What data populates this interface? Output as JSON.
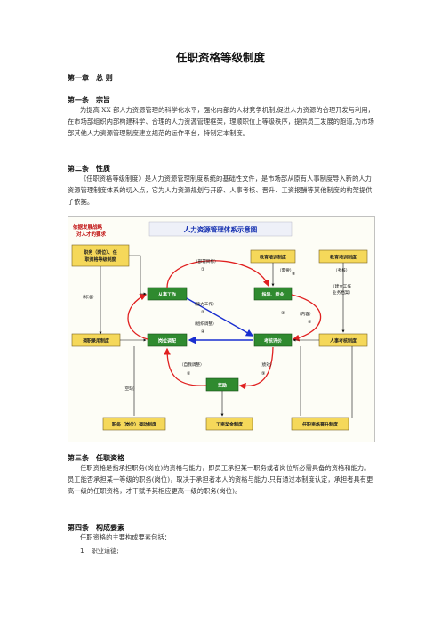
{
  "doc": {
    "title": "任职资格等级制度",
    "chapter1": {
      "num": "第一章",
      "name": "总    则"
    },
    "art1": {
      "num": "第一条",
      "name": "宗旨",
      "text": "为提高 XX 部人力资源管理的科学化水平，强化内部的人材竞争机制,促进人力资源的合理开发与利用，在市场部组织内部构建科学、合理的人力资源管理框架，理顺职位上等级秩序，提供员工发展的跑道,为市场部其他人力资源管理制度建立规范的运作平台，特制定本制度。"
    },
    "art2": {
      "num": "第二条",
      "name": "性质",
      "text": "《任职资格等级制度》是人力资源管理制度系统的基础性文件，是市场部从原有人事制度导入新的人力资源管理制度体系的切入点，它为人力资源规划与开辟、人事考核、晋升、工资报酬等其他制度的构架提供了依据。"
    },
    "art3": {
      "num": "第三条",
      "name": "任职资格",
      "text": "任职资格是指承担职务(岗位)的资格与能力，即员工承担某一职务或者岗位所必需具备的资格和能力。员工能否承担某一等级的职务(岗位)，取决于承担者本人的资格与能力.只有通过本制度认定，承担者具有更高一级的任职资格，才干赋予其相应更高一级的职务(岗位)。"
    },
    "art4": {
      "num": "第四条",
      "name": "构成要素",
      "text": "任职资格的主要构成要素包括：",
      "items": [
        {
          "n": "1",
          "text": "职业道德;"
        }
      ]
    }
  },
  "diagram": {
    "title": "人力资源管理体系示意图",
    "strategy": "依据发展战略\n对人才的要求",
    "boxes": {
      "job_system": "职务（岗位）、任\n职资格等级制度",
      "edu_system": "教育培训制度",
      "edu_plan": "教育培训制度",
      "work": "从事工作",
      "guide": "指导、授业",
      "hire": "调职录用制度",
      "post_adjust": "岗位调配",
      "assess": "考核评价",
      "assess_system": "人事考核制度",
      "reward": "奖励",
      "transfer": "职务（岗位）调动制度",
      "salary": "工资奖金制度",
      "qual_system": "任职资格晋升制度"
    },
    "labels": {
      "goal": "（部署目标）",
      "mark1": "①",
      "improve": "（能力工作）",
      "mark2": "②",
      "org_adjust": "（组织调整）",
      "mark3": "④",
      "self_adjust": "（自我调整）",
      "mark4": "⑥",
      "standard": "（标准）",
      "vacancy": "（空缺）",
      "demand": "（需要）",
      "content": "（内容）",
      "eval": "（考核）",
      "merit": "（绩效）",
      "mark5": "③",
      "mark6": "⑤",
      "record": "（建立工作\n业务档案）",
      "mark7": "⑧",
      "mark8": "⑨"
    }
  }
}
